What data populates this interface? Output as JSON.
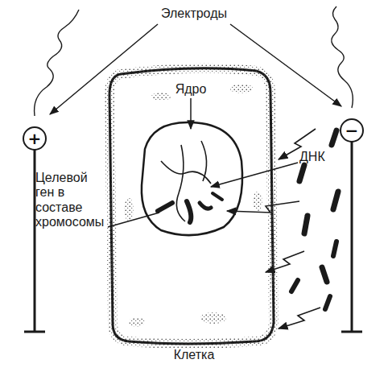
{
  "diagram": {
    "nodes": [
      {
        "text": [
          "+"
        ]
      },
      {
        "text": [
          "−"
        ]
      }
    ],
    "labels": [
      "Электроды",
      "Ядро",
      "ДНК",
      "Целевой ген в составе хромосомы",
      "Клетка"
    ]
  }
}
